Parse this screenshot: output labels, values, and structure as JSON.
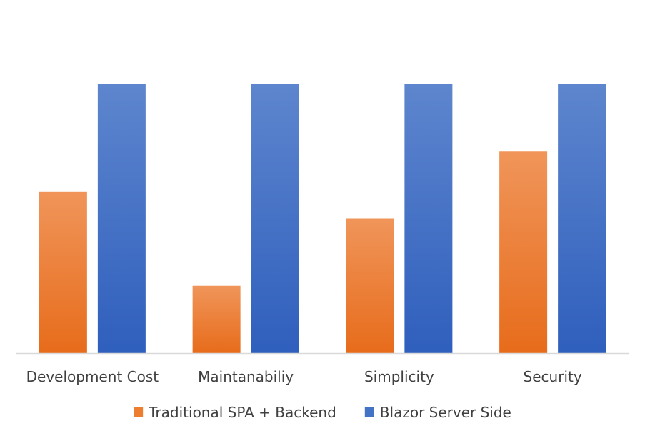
{
  "chart_data": {
    "type": "bar",
    "categories": [
      "Development Cost",
      "Maintanabiliy",
      "Simplicity",
      "Security"
    ],
    "series": [
      {
        "name": "Traditional SPA + Backend",
        "values": [
          6,
          2.5,
          5,
          7.5
        ],
        "color": "#ED7D31"
      },
      {
        "name": "Blazor Server Side",
        "values": [
          10,
          10,
          10,
          10
        ],
        "color": "#4472C4"
      }
    ],
    "ylim": [
      0,
      10
    ],
    "grid": false,
    "legend": "bottom"
  }
}
